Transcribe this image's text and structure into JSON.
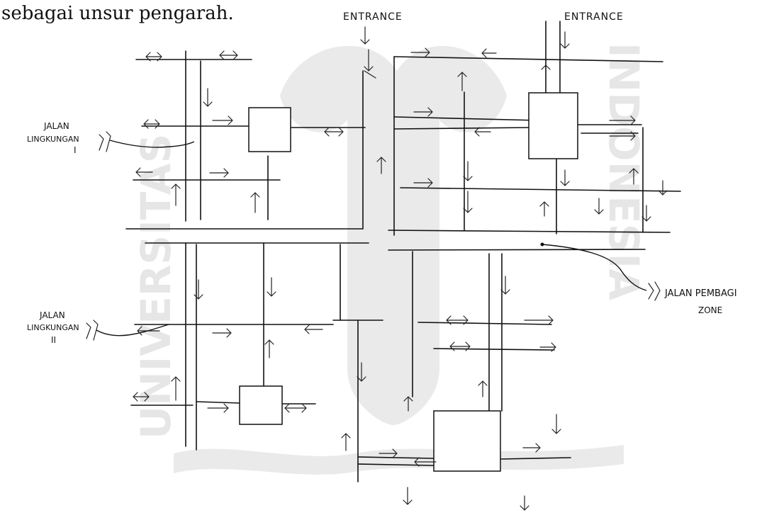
{
  "intro_text": "sebagai unsur pengarah.",
  "labels": {
    "entrance_left": "ENTRANCE",
    "entrance_right": "ENTRANCE",
    "jalan_lingkungan_1": [
      "JALAN",
      "LINGKUNGAN",
      "I"
    ],
    "jalan_lingkungan_2": [
      "JALAN",
      "LINGKUNGAN",
      "II"
    ],
    "jalan_pembagi_zone": [
      "JALAN PEMBAGI",
      "ZONE"
    ]
  },
  "watermark": {
    "left_text": "UNIVERSITAS",
    "right_text": "INDONESIA"
  }
}
